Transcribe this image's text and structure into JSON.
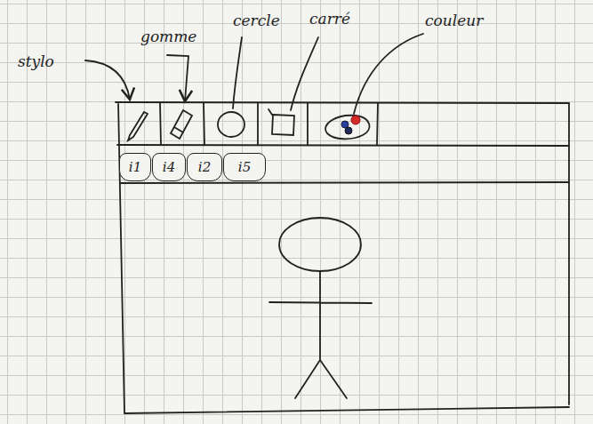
{
  "diagram": {
    "nodes": [
      {
        "text": [
          "i1"
        ]
      },
      {
        "text": [
          "i4"
        ]
      },
      {
        "text": [
          "i2"
        ]
      },
      {
        "text": [
          "i5"
        ]
      }
    ],
    "labels": [
      "stylo",
      "gomme",
      "cercle",
      "carré",
      "couleur"
    ]
  }
}
